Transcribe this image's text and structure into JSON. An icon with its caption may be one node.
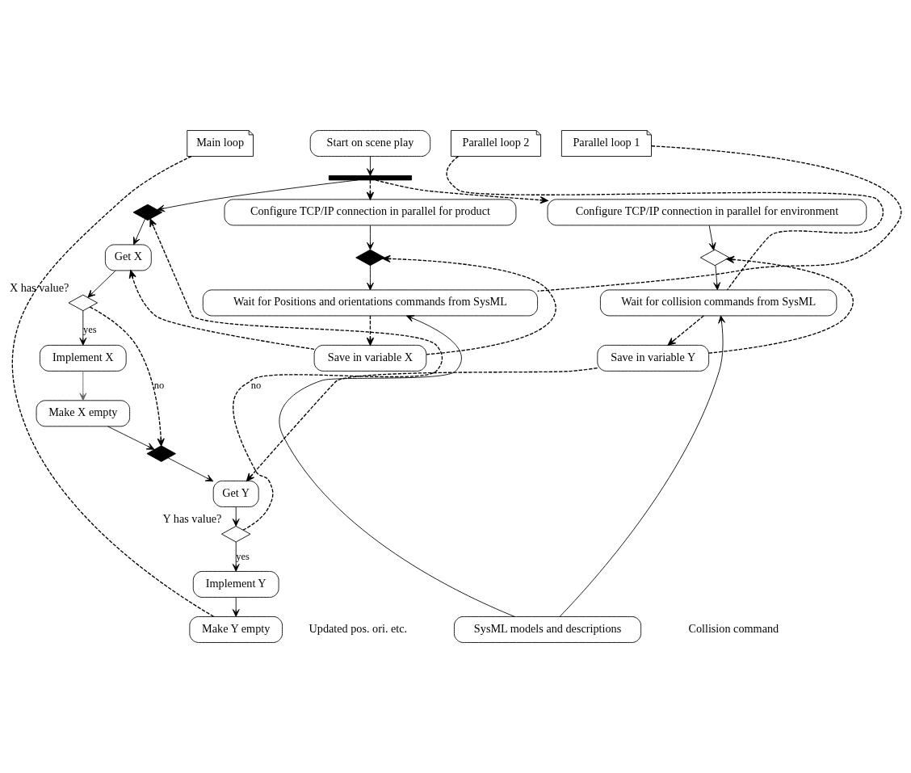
{
  "diagram": {
    "nodes": [
      {
        "text": [
          "Main loop"
        ]
      },
      {
        "text": [
          "Start on scene play"
        ]
      },
      {
        "text": [],
        "shape": "bar"
      },
      {
        "text": [],
        "shape": "diamond"
      },
      {
        "text": [
          "Get X"
        ]
      },
      {
        "text": [],
        "shape": "diamond",
        "beside": [
          "X has value?"
        ]
      },
      {
        "text": [
          "Implement X"
        ]
      },
      {
        "text": [
          "Make X empty"
        ]
      },
      {
        "text": [],
        "shape": "diamond"
      },
      {
        "text": [
          "Get Y"
        ]
      },
      {
        "text": [],
        "shape": "diamond",
        "beside": [
          "Y has value?"
        ]
      },
      {
        "text": [
          "Implement Y"
        ]
      },
      {
        "text": [
          "Make Y empty"
        ]
      },
      {
        "text": [
          "Parallel loop 1"
        ]
      },
      {
        "text": [
          "Configure TCP/IP connection in parallel for product"
        ]
      },
      {
        "text": [],
        "shape": "diamond"
      },
      {
        "text": [
          "Wait for Positions and orientations commands from SysML"
        ]
      },
      {
        "text": [
          "Save in variable X"
        ]
      },
      {
        "text": [
          "Parallel loop 2"
        ]
      },
      {
        "text": [
          "Configure TCP/IP connection in parallel for environment"
        ]
      },
      {
        "text": [],
        "shape": "diamond"
      },
      {
        "text": [
          "Wait for collision commands from SysML"
        ]
      },
      {
        "text": [
          "Save in variable Y"
        ]
      },
      {
        "text": [
          "SysML models and descriptions"
        ]
      }
    ],
    "edges": [
      {
        "from": 0,
        "to": 12,
        "arrow": "none",
        "style": "dashed"
      },
      {
        "from": 1,
        "to": 2,
        "arrow": "to"
      },
      {
        "from": 2,
        "to": 3,
        "arrow": "to"
      },
      {
        "from": 2,
        "to": 14,
        "arrow": "to",
        "style": "dashed"
      },
      {
        "from": 2,
        "to": 19,
        "arrow": "to",
        "style": "dashed"
      },
      {
        "from": 3,
        "to": 4,
        "arrow": "to"
      },
      {
        "from": 4,
        "to": 5,
        "arrow": "to"
      },
      {
        "from": 5,
        "to": 6,
        "arrow": "to",
        "label": "yes"
      },
      {
        "from": 5,
        "to": 8,
        "arrow": "to",
        "label": "no",
        "style": "dashed"
      },
      {
        "from": 6,
        "to": 7,
        "arrow": "to",
        "color": "#666666"
      },
      {
        "from": 7,
        "to": 8,
        "arrow": "to"
      },
      {
        "from": 8,
        "to": 9,
        "arrow": "to"
      },
      {
        "from": 9,
        "to": 10,
        "arrow": "to"
      },
      {
        "from": 10,
        "to": 11,
        "arrow": "to",
        "label": "yes"
      },
      {
        "from": 10,
        "to": 3,
        "arrow": "to",
        "label": "no",
        "style": "dashed"
      },
      {
        "from": 11,
        "to": 12,
        "arrow": "to"
      },
      {
        "from": 13,
        "to": 16,
        "arrow": "none",
        "style": "dashed"
      },
      {
        "from": 14,
        "to": 15,
        "arrow": "to"
      },
      {
        "from": 15,
        "to": 16,
        "arrow": "to"
      },
      {
        "from": 16,
        "to": 17,
        "arrow": "to",
        "style": "dashed"
      },
      {
        "from": 17,
        "to": 15,
        "arrow": "to",
        "style": "dashed"
      },
      {
        "from": 17,
        "to": 4,
        "arrow": "to",
        "style": "dashed"
      },
      {
        "from": 18,
        "to": 21,
        "arrow": "none",
        "style": "dashed"
      },
      {
        "from": 19,
        "to": 20,
        "arrow": "to"
      },
      {
        "from": 20,
        "to": 21,
        "arrow": "to"
      },
      {
        "from": 21,
        "to": 22,
        "arrow": "to",
        "style": "dashed"
      },
      {
        "from": 22,
        "to": 20,
        "arrow": "to",
        "style": "dashed"
      },
      {
        "from": 22,
        "to": 9,
        "arrow": "to",
        "style": "dashed"
      },
      {
        "from": 23,
        "to": 16,
        "arrow": "to"
      },
      {
        "from": 23,
        "to": 21,
        "arrow": "to"
      }
    ],
    "labels": [
      "Updated pos. ori. etc.",
      "Collision command"
    ]
  }
}
